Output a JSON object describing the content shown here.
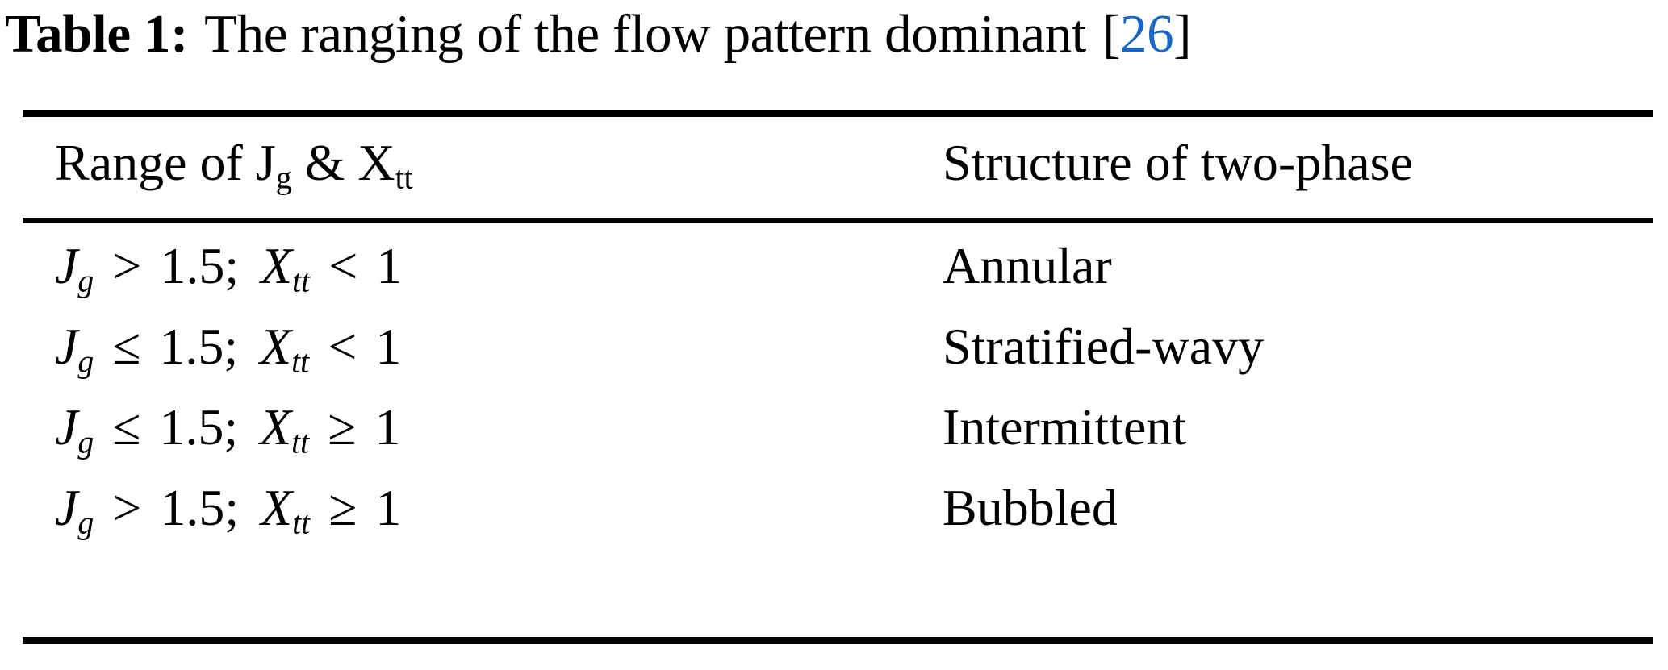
{
  "caption": {
    "label": "Table 1:",
    "text": "The ranging of the flow pattern dominant",
    "bracket_open": "[",
    "citation": "26",
    "bracket_close": "]",
    "citation_color": "#1a66c4"
  },
  "table": {
    "columns": [
      {
        "header_prefix": "Range of ",
        "header_var1": "J",
        "header_sub1": "g",
        "header_amp": " & ",
        "header_var2": "X",
        "header_sub2": "tt"
      },
      {
        "header": "Structure of two-phase"
      }
    ],
    "header_row": [
      "Range of Jg & Xtt",
      "Structure of two-phase"
    ],
    "rows": [
      {
        "condition": {
          "var1": "J",
          "sub1": "g",
          "op1": ">",
          "val1": "1.5",
          "sep": ";",
          "var2": "X",
          "sub2": "tt",
          "op2": "<",
          "val2": "1",
          "plain": "Jg > 1.5; Xtt < 1"
        },
        "structure": "Annular"
      },
      {
        "condition": {
          "var1": "J",
          "sub1": "g",
          "op1": "≤",
          "val1": "1.5",
          "sep": ";",
          "var2": "X",
          "sub2": "tt",
          "op2": "<",
          "val2": "1",
          "plain": "Jg ≤ 1.5; Xtt < 1"
        },
        "structure": "Stratified-wavy"
      },
      {
        "condition": {
          "var1": "J",
          "sub1": "g",
          "op1": "≤",
          "val1": "1.5",
          "sep": ";",
          "var2": "X",
          "sub2": "tt",
          "op2": "≥",
          "val2": "1",
          "plain": "Jg ≤ 1.5; Xtt ≥ 1"
        },
        "structure": "Intermittent"
      },
      {
        "condition": {
          "var1": "J",
          "sub1": "g",
          "op1": ">",
          "val1": "1.5",
          "sep": ";",
          "var2": "X",
          "sub2": "tt",
          "op2": "≥",
          "val2": "1",
          "plain": "Jg > 1.5; Xtt ≥ 1"
        },
        "structure": "Bubbled"
      }
    ]
  },
  "style": {
    "text_color": "#000000",
    "background": "#ffffff",
    "rule_color": "#000000"
  }
}
